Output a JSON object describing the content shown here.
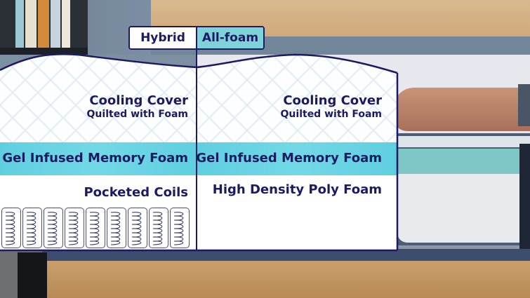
{
  "toggle": {
    "options": [
      {
        "label": "Hybrid",
        "selected": false
      },
      {
        "label": "All-foam",
        "selected": true
      }
    ]
  },
  "panels": {
    "hybrid": {
      "layers": [
        {
          "title": "Cooling Cover",
          "subtitle": "Quilted with Foam"
        },
        {
          "title": "Gel Infused Memory Foam"
        },
        {
          "title": "Pocketed Coils"
        }
      ],
      "coil_count": 9
    },
    "all_foam": {
      "layers": [
        {
          "title": "Cooling Cover",
          "subtitle": "Quilted with Foam"
        },
        {
          "title": "Gel Infused Memory Foam"
        },
        {
          "title": "High Density Poly Foam"
        }
      ]
    }
  },
  "colors": {
    "navy": "#1b1a63",
    "gel_cyan": "#5fcfe0",
    "toggle_selected": "#7ed3d9",
    "quilt_pattern": "#e3ecf6"
  }
}
